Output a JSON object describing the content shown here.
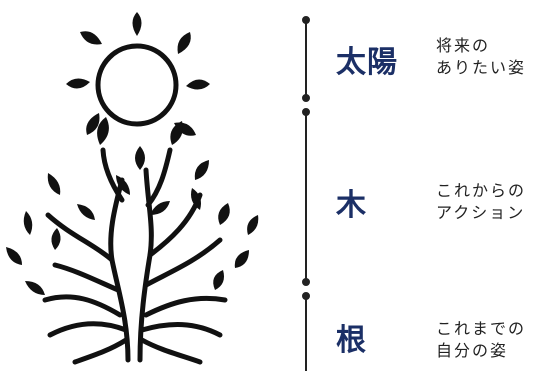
{
  "sections": [
    {
      "label": "太陽",
      "lines": [
        "将来の",
        "ありたい姿"
      ]
    },
    {
      "label": "木",
      "lines": [
        "これからの",
        "アクション"
      ]
    },
    {
      "label": "根",
      "lines": [
        "これまでの",
        "自分の姿"
      ]
    }
  ],
  "colors": {
    "label": "#1b2f66",
    "illustration": "#111111",
    "text": "#222222"
  }
}
